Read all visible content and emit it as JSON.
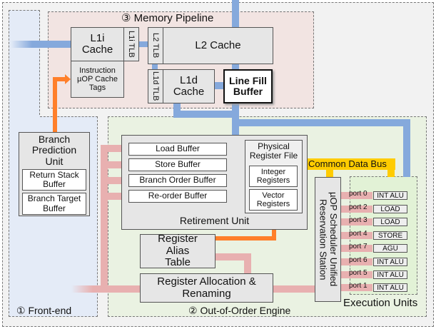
{
  "colors": {
    "memory_bus": "#85a9dc",
    "uop_path": "#e8b0b0",
    "control_path": "#ff7f2a",
    "common_data_bus": "#ffcc00",
    "front_end_bg": "#e4ebf7",
    "memory_bg": "#f2e4e2",
    "ooo_bg": "#eaf2e2"
  },
  "regions": {
    "front_end": "① Front-end",
    "ooo": "② Out-of-Order Engine",
    "memory": "③ Memory Pipeline",
    "execution_units": "Execution Units"
  },
  "memory": {
    "l1i_cache": "L1i Cache",
    "l1i_tlb": "L1i TLB",
    "uop_cache_tags": "Instruction µOP Cache Tags",
    "l2_tlb": "L2 TLB",
    "l2_cache": "L2 Cache",
    "l1d_tlb": "L1d TLB",
    "l1d_cache": "L1d Cache",
    "line_fill_buffer": "Line Fill Buffer"
  },
  "front_end": {
    "bpu": "Branch Prediction Unit",
    "rsb": "Return Stack Buffer",
    "btb": "Branch Target Buffer"
  },
  "ooo": {
    "retirement_unit": "Retirement Unit",
    "buffers": [
      "Load Buffer",
      "Store Buffer",
      "Branch Order Buffer",
      "Re-order Buffer"
    ],
    "prf": "Physical Register File",
    "int_regs": "Integer Registers",
    "vec_regs": "Vector Registers",
    "rat": "Register Alias Table",
    "alloc": "Register Allocation & Renaming",
    "scheduler": "µOP Scheduler Unified Reservation Station",
    "cdb": "Common Data Bus"
  },
  "ports": [
    {
      "port": "port 0",
      "unit": "INT ALU"
    },
    {
      "port": "port 2",
      "unit": "LOAD"
    },
    {
      "port": "port 3",
      "unit": "LOAD"
    },
    {
      "port": "port 4",
      "unit": "STORE"
    },
    {
      "port": "port 7",
      "unit": "AGU"
    },
    {
      "port": "port 6",
      "unit": "INT ALU"
    },
    {
      "port": "port 5",
      "unit": "INT ALU"
    },
    {
      "port": "port 1",
      "unit": "INT ALU"
    }
  ]
}
